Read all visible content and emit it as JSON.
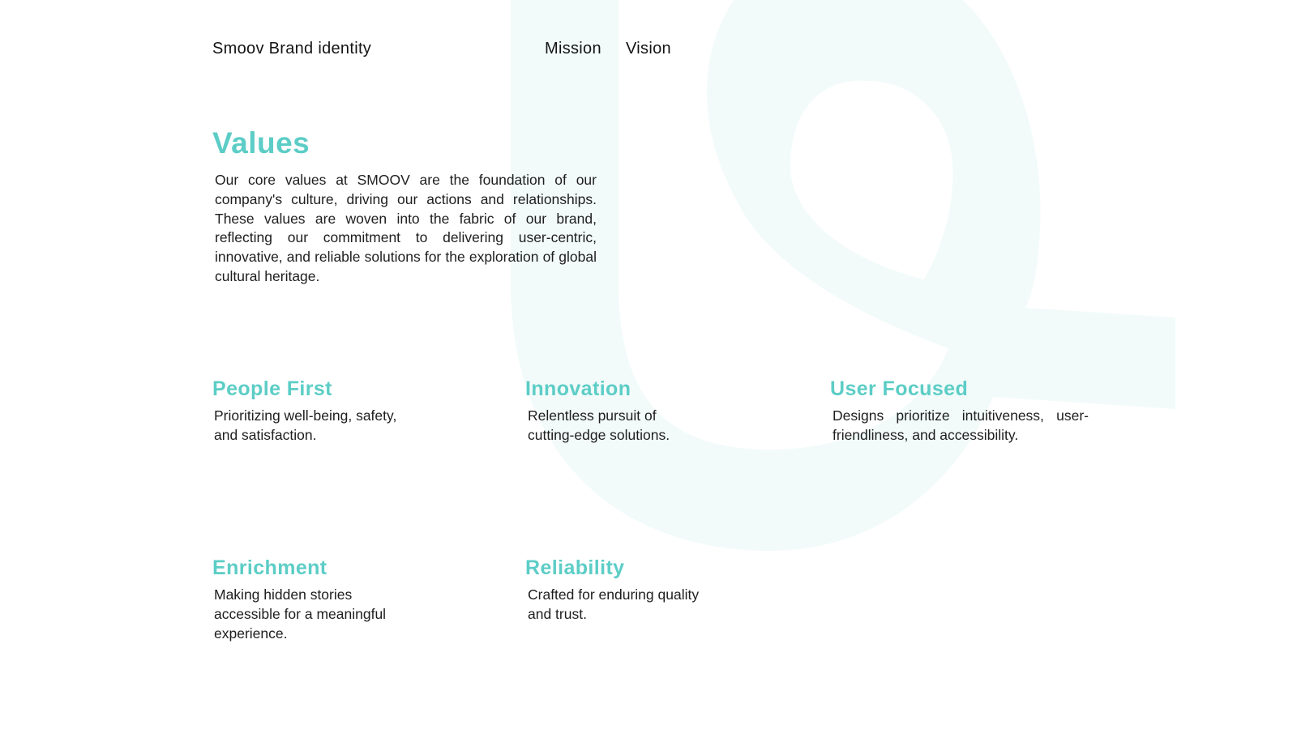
{
  "header": {
    "brand": "Smoov Brand identity",
    "nav": {
      "mission": "Mission",
      "vision": "Vision"
    }
  },
  "values": {
    "title": "Values",
    "body": "Our core values at SMOOV are the foundation of our company's culture, driving our actions and relationships. These values are woven into the fabric of our brand, reflecting our commitment to delivering user-centric, innovative, and reliable solutions for the exploration of global cultural heritage."
  },
  "items": [
    {
      "title": "People First",
      "line1": "Prioritizing well-being, safety,",
      "line2": "and satisfaction."
    },
    {
      "title": "Innovation",
      "line1": "Relentless pursuit of",
      "line2": "cutting-edge solutions."
    },
    {
      "title": "User Focused",
      "text": "Designs prioritize intuitiveness, user-friendliness, and accessibility."
    },
    {
      "title": "Enrichment",
      "line1": "Making hidden stories",
      "line2": "accessible for a meaningful",
      "line3": "experience."
    },
    {
      "title": "Reliability",
      "line1": "Crafted for enduring quality",
      "line2": "and trust."
    }
  ],
  "colors": {
    "accent": "#5ccdc6",
    "watermark": "#f2fbfa",
    "text": "#1e1e1e"
  }
}
